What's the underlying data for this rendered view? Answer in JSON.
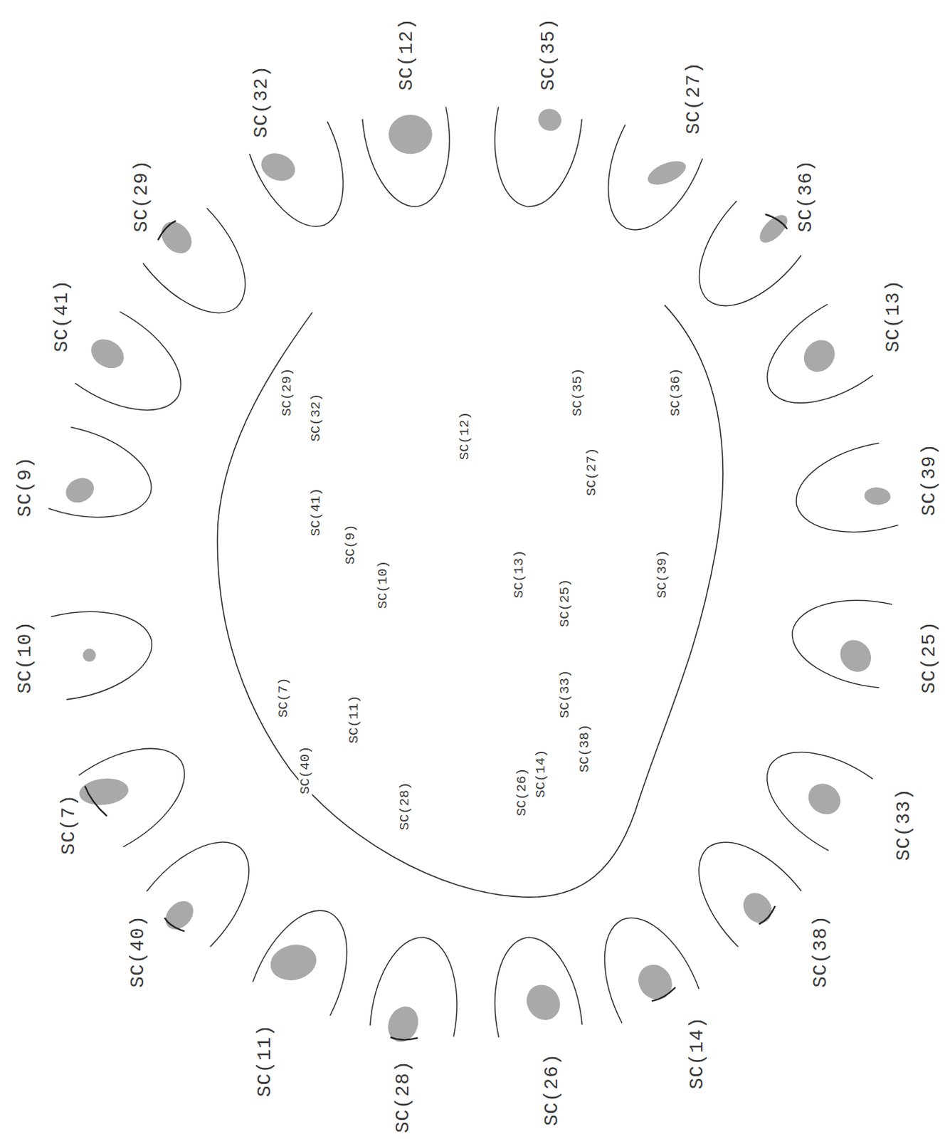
{
  "diagram": {
    "labels": [
      "SC(12)",
      "SC(35)",
      "SC(27)",
      "SC(36)",
      "SC(13)",
      "SC(39)",
      "SC(25)",
      "SC(33)",
      "SC(38)",
      "SC(14)",
      "SC(26)",
      "SC(28)",
      "SC(11)",
      "SC(40)",
      "SC(7)",
      "SC(10)",
      "SC(9)",
      "SC(41)",
      "SC(29)",
      "SC(32)",
      "SC(29)",
      "SC(32)",
      "SC(12)",
      "SC(35)",
      "SC(36)",
      "SC(41)",
      "SC(9)",
      "SC(10)",
      "SC(27)",
      "SC(13)",
      "SC(25)",
      "SC(39)",
      "SC(7)",
      "SC(11)",
      "SC(33)",
      "SC(40)",
      "SC(38)",
      "SC(26)",
      "SC(14)",
      "SC(28)"
    ]
  }
}
